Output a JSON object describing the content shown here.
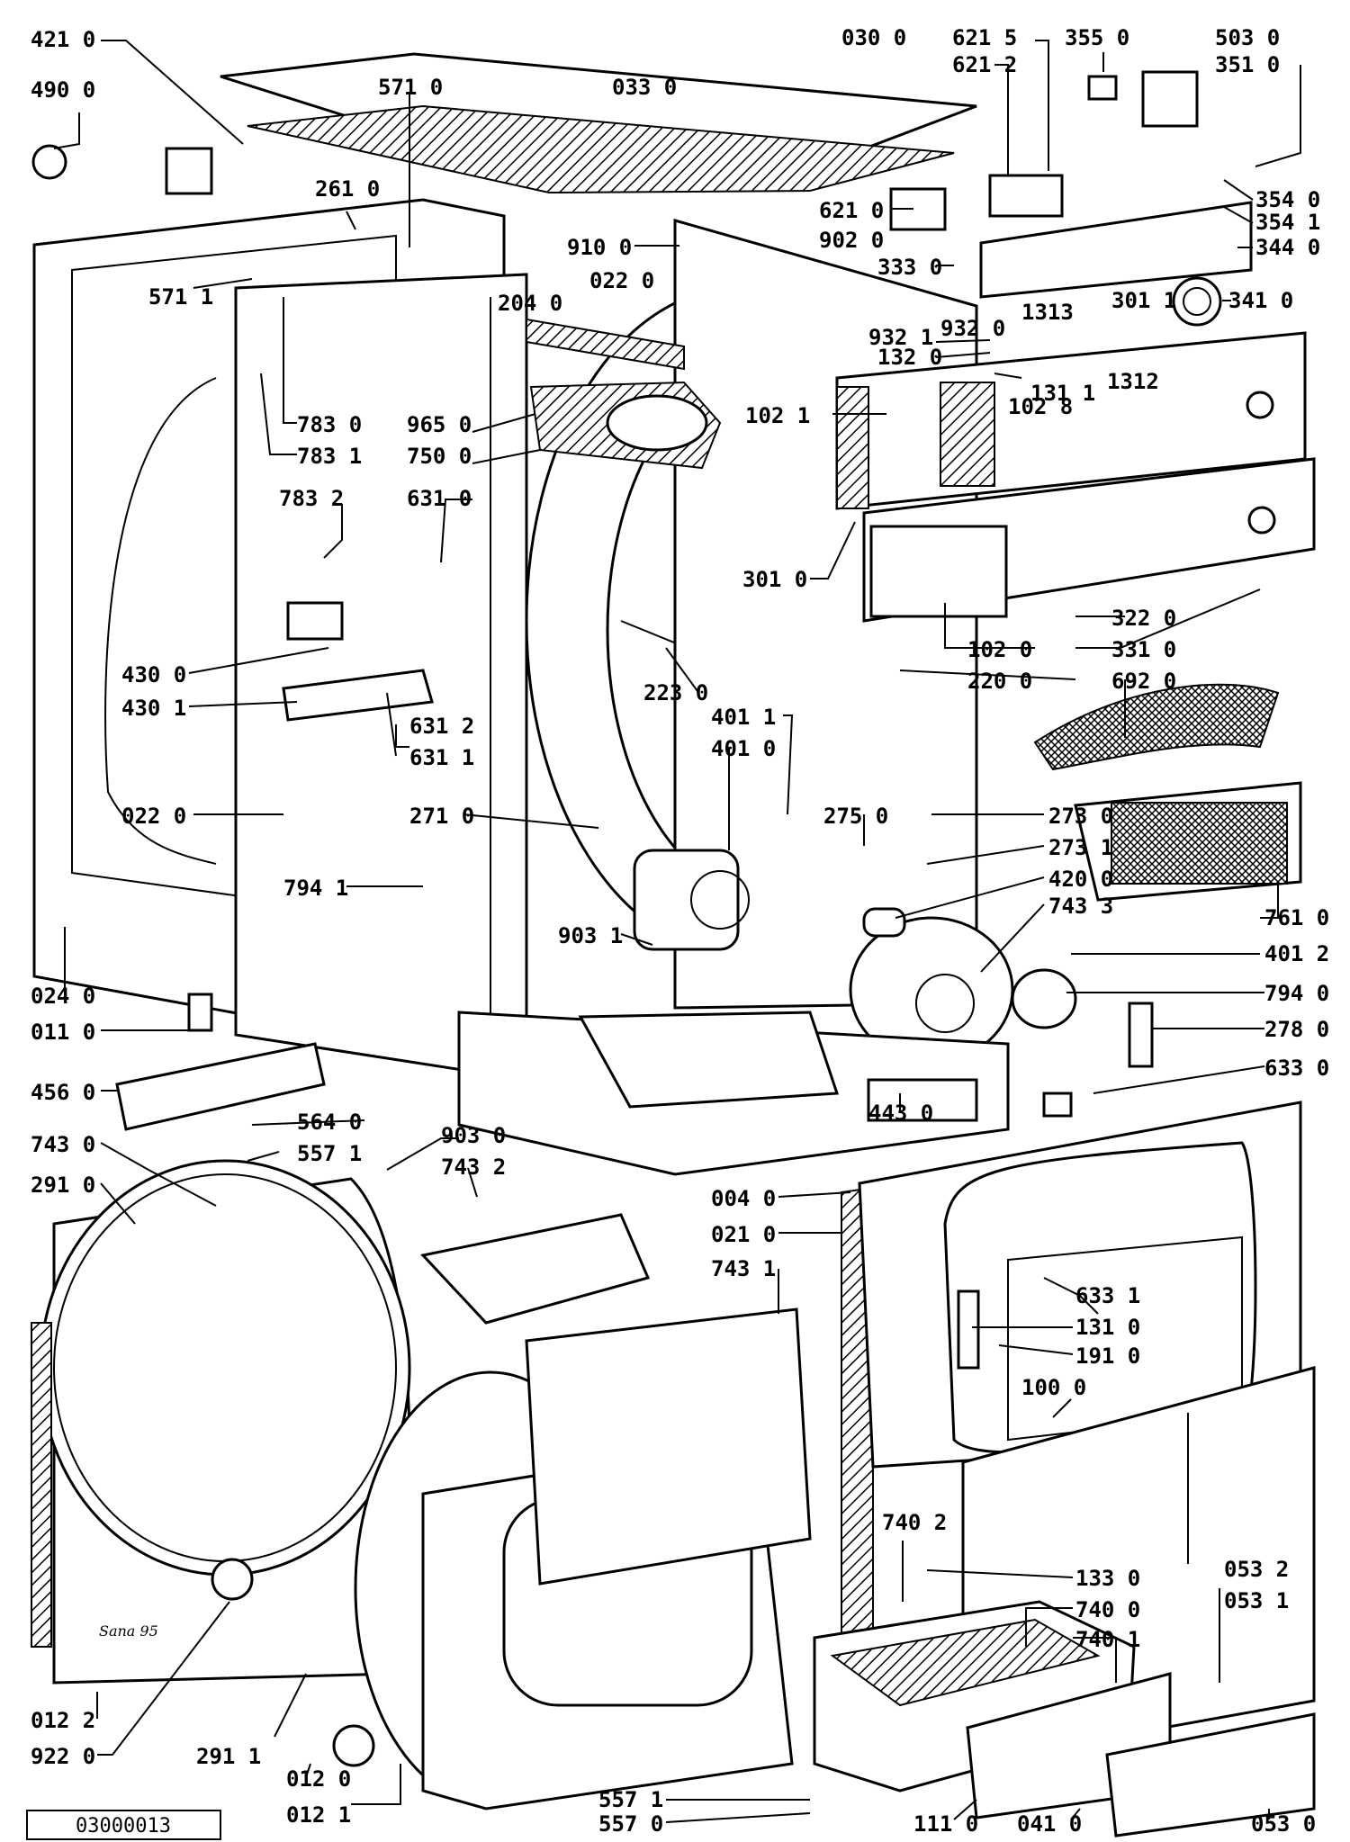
{
  "document_id": "03000013",
  "callouts": [
    {
      "label": "421 0"
    },
    {
      "label": "490 0"
    },
    {
      "label": "571 0"
    },
    {
      "label": "033 0"
    },
    {
      "label": "030 0"
    },
    {
      "label": "621 5"
    },
    {
      "label": "621 2"
    },
    {
      "label": "355 0"
    },
    {
      "label": "503 0"
    },
    {
      "label": "351 0"
    },
    {
      "label": "261 0"
    },
    {
      "label": "354 0"
    },
    {
      "label": "354 1"
    },
    {
      "label": "344 0"
    },
    {
      "label": "621 0"
    },
    {
      "label": "902 0"
    },
    {
      "label": "910 0"
    },
    {
      "label": "022 0"
    },
    {
      "label": "333 0"
    },
    {
      "label": "571 1"
    },
    {
      "label": "204 0"
    },
    {
      "label": "341 0"
    },
    {
      "label": "932 1"
    },
    {
      "label": "932 0"
    },
    {
      "label": "1313"
    },
    {
      "label": "301 1"
    },
    {
      "label": "132 0"
    },
    {
      "label": "131 1"
    },
    {
      "label": "1312"
    },
    {
      "label": "783 0"
    },
    {
      "label": "965 0"
    },
    {
      "label": "102 1"
    },
    {
      "label": "102 8"
    },
    {
      "label": "783 1"
    },
    {
      "label": "750 0"
    },
    {
      "label": "783 2"
    },
    {
      "label": "631 0"
    },
    {
      "label": "301 0"
    },
    {
      "label": "322 0"
    },
    {
      "label": "331 0"
    },
    {
      "label": "102 0"
    },
    {
      "label": "220 0"
    },
    {
      "label": "692 0"
    },
    {
      "label": "430 0"
    },
    {
      "label": "430 1"
    },
    {
      "label": "223 0"
    },
    {
      "label": "631 2"
    },
    {
      "label": "631 1"
    },
    {
      "label": "401 1"
    },
    {
      "label": "401 0"
    },
    {
      "label": "022 0"
    },
    {
      "label": "271 0"
    },
    {
      "label": "275 0"
    },
    {
      "label": "273 0"
    },
    {
      "label": "273 1"
    },
    {
      "label": "794 1"
    },
    {
      "label": "420 0"
    },
    {
      "label": "743 3"
    },
    {
      "label": "761 0"
    },
    {
      "label": "401 2"
    },
    {
      "label": "903 1"
    },
    {
      "label": "024 0"
    },
    {
      "label": "794 0"
    },
    {
      "label": "011 0"
    },
    {
      "label": "278 0"
    },
    {
      "label": "456 0"
    },
    {
      "label": "633 0"
    },
    {
      "label": "443 0"
    },
    {
      "label": "564 0"
    },
    {
      "label": "557 1"
    },
    {
      "label": "903 0"
    },
    {
      "label": "743 0"
    },
    {
      "label": "743 2"
    },
    {
      "label": "291 0"
    },
    {
      "label": "004 0"
    },
    {
      "label": "021 0"
    },
    {
      "label": "743 1"
    },
    {
      "label": "633 1"
    },
    {
      "label": "131 0"
    },
    {
      "label": "191 0"
    },
    {
      "label": "100 0"
    },
    {
      "label": "740 2"
    },
    {
      "label": "133 0"
    },
    {
      "label": "053 2"
    },
    {
      "label": "740 0"
    },
    {
      "label": "053 1"
    },
    {
      "label": "740 1"
    },
    {
      "label": "012 2"
    },
    {
      "label": "922 0"
    },
    {
      "label": "291 1"
    },
    {
      "label": "012 0"
    },
    {
      "label": "012 1"
    },
    {
      "label": "557 1"
    },
    {
      "label": "557 0"
    },
    {
      "label": "111 0"
    },
    {
      "label": "041 0"
    },
    {
      "label": "053 0"
    }
  ],
  "embossed_text": "Sana 95"
}
